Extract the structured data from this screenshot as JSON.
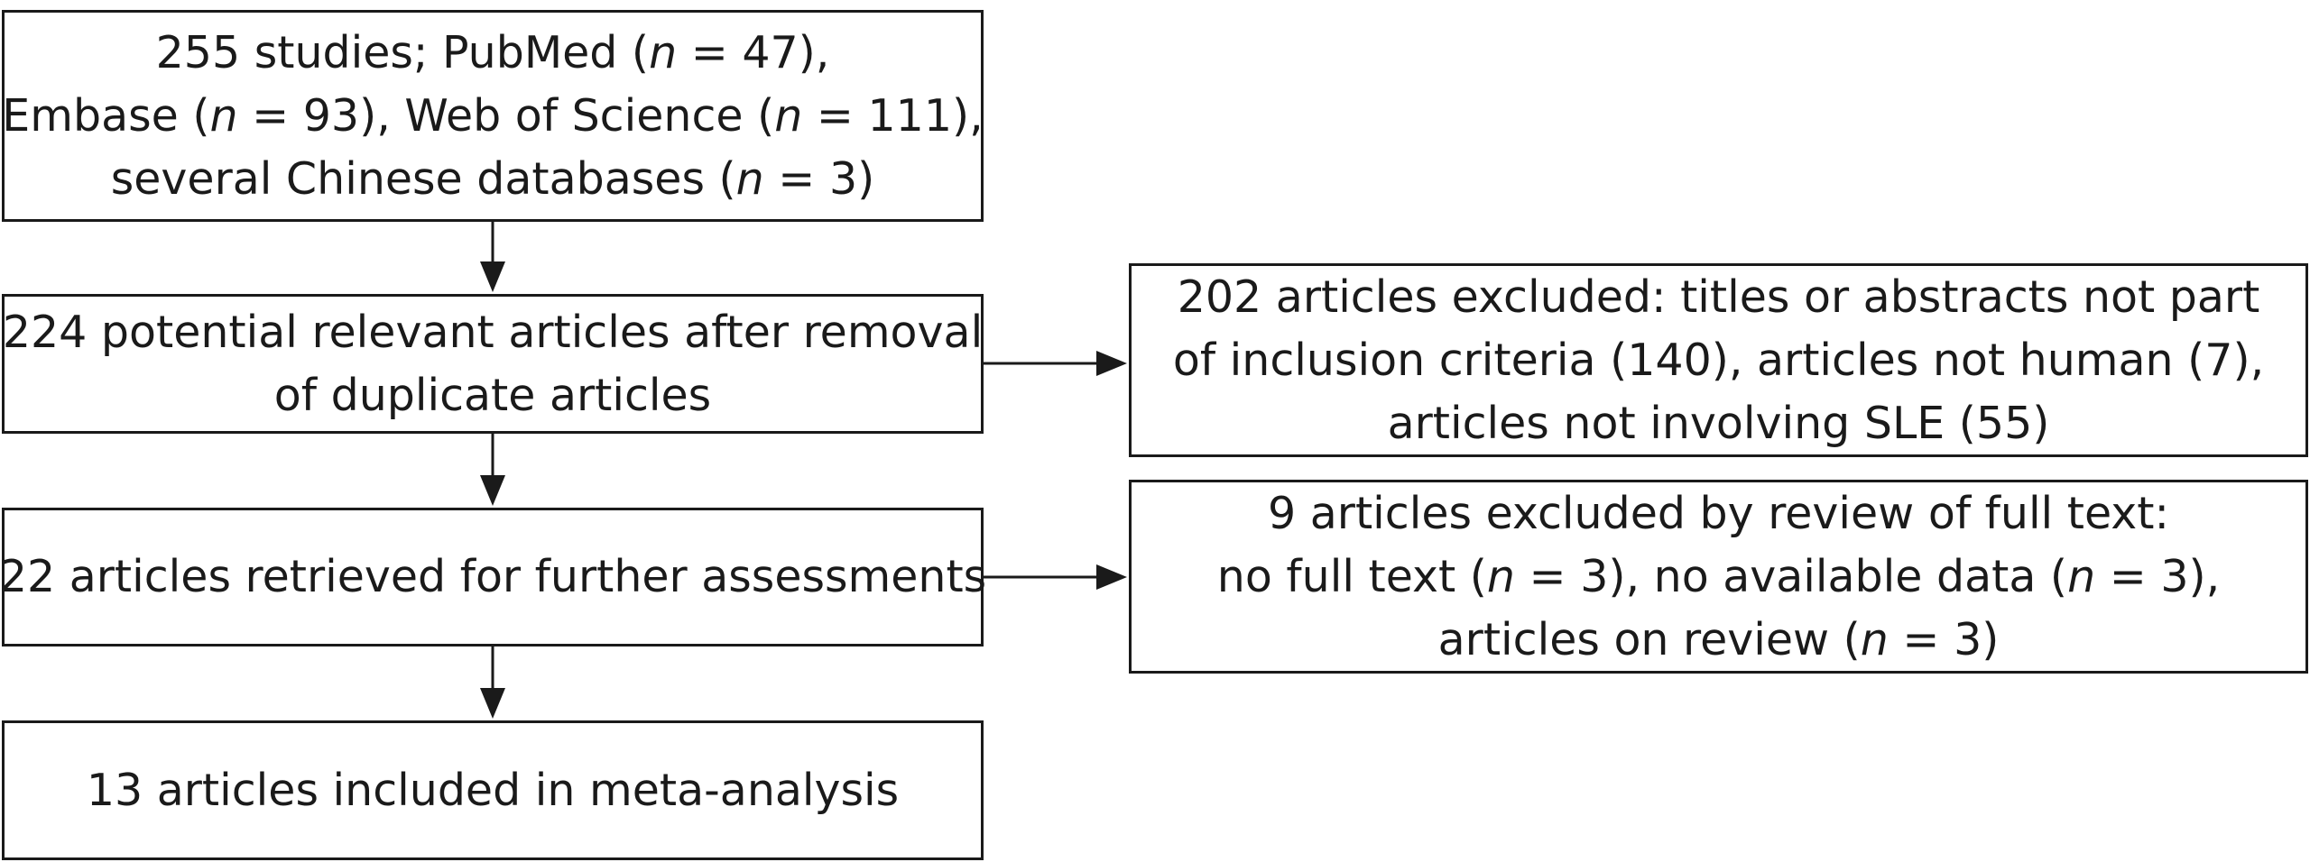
{
  "flow": {
    "identified": {
      "line1_a": "255 studies; PubMed (",
      "line1_n": "n",
      "line1_b": " = 47),",
      "line2_a": "Embase (",
      "line2_n1": "n",
      "line2_b": " = 93), Web of Science (",
      "line2_n2": "n",
      "line2_c": " = 111),",
      "line3_a": "several Chinese databases (",
      "line3_n": "n",
      "line3_b": " = 3)"
    },
    "after_duplicates": {
      "line1": "224 potential relevant articles after removal",
      "line2": "of duplicate articles"
    },
    "retrieved": {
      "line1": "22 articles retrieved for further assessments"
    },
    "included": {
      "line1": "13 articles included in meta-analysis"
    }
  },
  "exclusions": {
    "screening": {
      "line1": "202 articles excluded: titles or abstracts not part",
      "line2": "of inclusion criteria (140), articles not human (7),",
      "line3": "articles not involving SLE (55)"
    },
    "full_text": {
      "line1": "9 articles excluded by review of full text:",
      "line2_a": "no full text (",
      "line2_n1": "n",
      "line2_b": " = 3), no available data (",
      "line2_n2": "n",
      "line2_c": " = 3),",
      "line3_a": "articles on review (",
      "line3_n": "n",
      "line3_b": " = 3)"
    }
  },
  "colors": {
    "stroke": "#1a1a1a",
    "background": "#ffffff"
  }
}
